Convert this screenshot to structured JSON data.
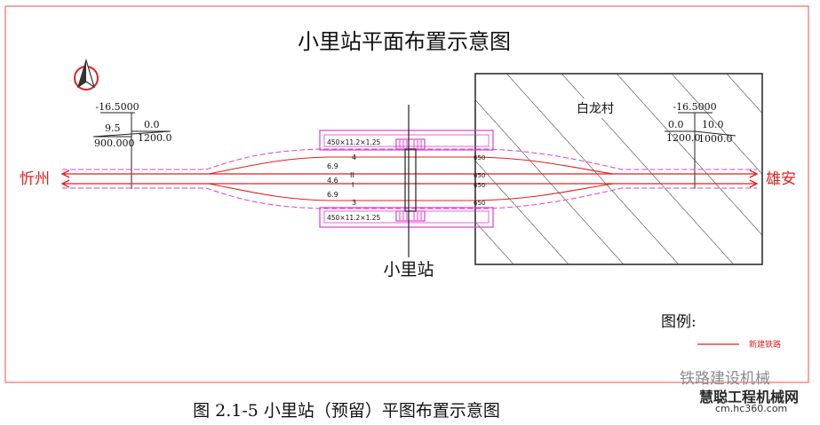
{
  "diagram": {
    "title": "小里站平面布置示意图",
    "village": "白龙村",
    "station": "小里站",
    "left_city": "忻州",
    "right_city": "雄安",
    "left_annotation": {
      "elevation": "-16.5000",
      "grade_a": "9.5",
      "grade_b": "0.0",
      "length_a": "900.000",
      "length_b": "1200.0"
    },
    "right_annotation": {
      "elevation": "-16.5000",
      "grade_a": "0.0",
      "grade_b": "10.0",
      "length_a": "1200.0",
      "length_b": "1000.0"
    },
    "platform_top": "450×11.2×1.25",
    "platform_bottom": "450×11.2×1.25",
    "track_labels": [
      "4",
      "II",
      "I",
      "3"
    ],
    "spacing_labels": [
      "6.9",
      "4.6",
      "6.9"
    ],
    "switch_labels": [
      "650",
      "650",
      "650",
      "650"
    ],
    "legend_title": "图例:",
    "legend_item": "新建铁路",
    "colors": {
      "frame": "#f06b6b",
      "track": "#e02020",
      "platform": "#e23cd0",
      "ink": "#111111"
    }
  },
  "caption": "图  2.1-5    小里站（预留）平图布置示意图",
  "watermark": {
    "line1": "铁路建设机械",
    "line2": "慧聪工程机械网",
    "line3": "cm.hc360.com"
  }
}
